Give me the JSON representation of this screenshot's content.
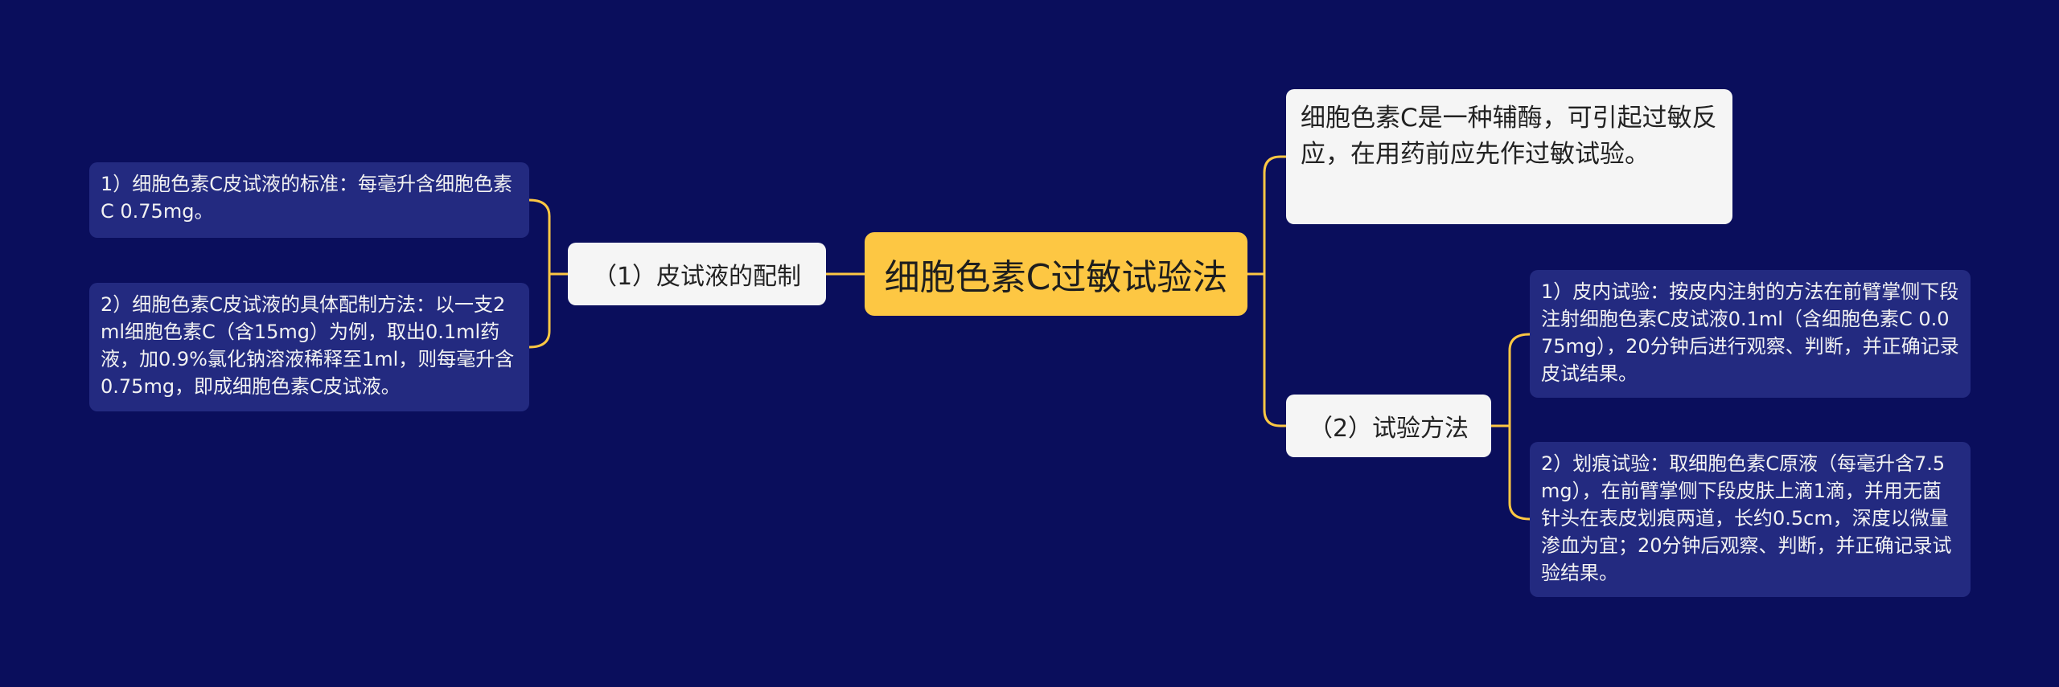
{
  "root": {
    "label": "细胞色素C过敏试验法"
  },
  "intro": {
    "text": "细胞色素C是一种辅酶，可引起过敏反应，在用药前应先作过敏试验。"
  },
  "left_branch": {
    "label": "（1）皮试液的配制",
    "items": [
      "1）细胞色素C皮试液的标准：每毫升含细胞色素C 0.75mg。",
      "2）细胞色素C皮试液的具体配制方法：以一支2ml细胞色素C（含15mg）为例，取出0.1ml药液，加0.9%氯化钠溶液稀释至1ml，则每毫升含0.75mg，即成细胞色素C皮试液。"
    ]
  },
  "right_branch": {
    "label": "（2）试验方法",
    "items": [
      "1）皮内试验：按皮内注射的方法在前臂掌侧下段注射细胞色素C皮试液0.1ml（含细胞色素C 0.075mg），20分钟后进行观察、判断，并正确记录皮试结果。",
      "2）划痕试验：取细胞色素C原液（每毫升含7.5mg），在前臂掌侧下段皮肤上滴1滴，并用无菌针头在表皮划痕两道，长约0.5cm，深度以微量渗血为宜；20分钟后观察、判断，并正确记录试验结果。"
    ]
  },
  "colors": {
    "background": "#0a0e5c",
    "root": "#fdc743",
    "connector": "#fdc743",
    "branch": "#f5f5f5",
    "leaf": "#232a80"
  }
}
